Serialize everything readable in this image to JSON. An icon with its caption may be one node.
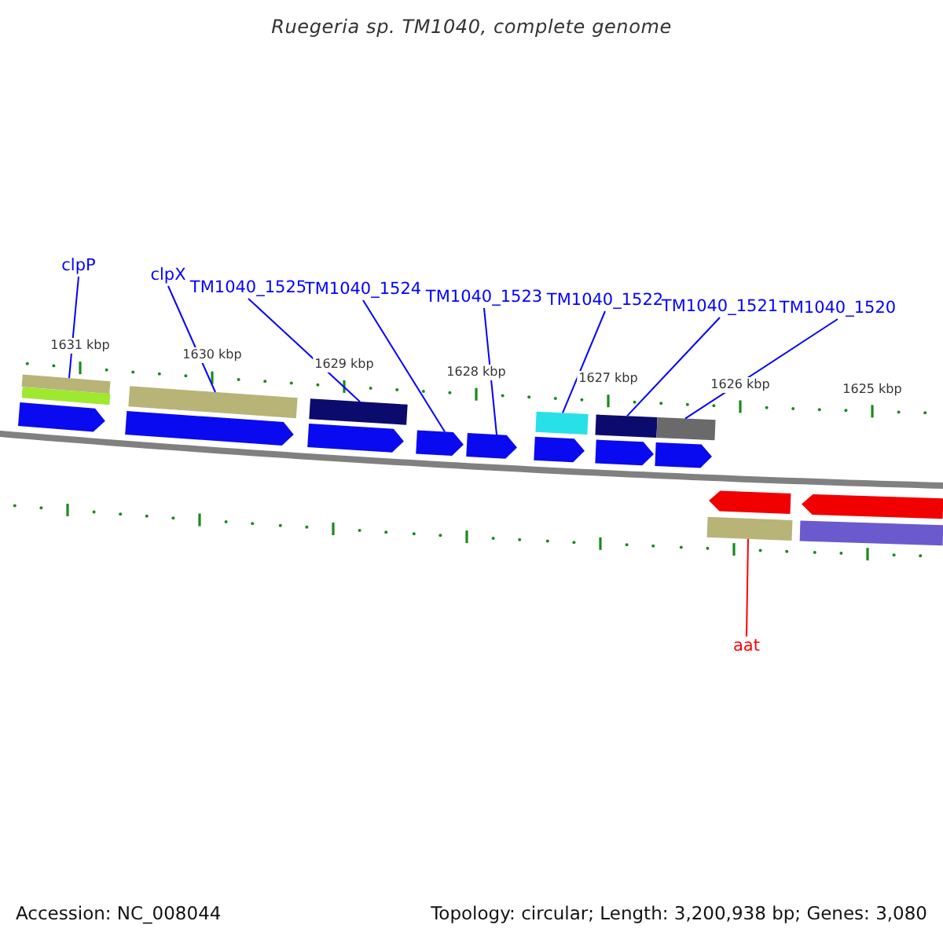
{
  "diagram": {
    "title": "Ruegeria sp. TM1040, complete genome",
    "nodes": [
      {
        "text": [
          "clpP"
        ]
      },
      {
        "text": [
          "clpX"
        ]
      },
      {
        "text": [
          "TM1040_1525"
        ]
      },
      {
        "text": [
          "TM1040_1524"
        ]
      },
      {
        "text": [
          "TM1040_1523"
        ]
      },
      {
        "text": [
          "TM1040_1522"
        ]
      },
      {
        "text": [
          "TM1040_1521"
        ]
      },
      {
        "text": [
          "TM1040_1520"
        ]
      },
      {
        "text": [
          "aat"
        ]
      },
      {
        "text": [],
        "shape": "bar"
      },
      {
        "text": [],
        "shape": "bar"
      },
      {
        "text": [],
        "shape": "bar"
      },
      {
        "text": [],
        "shape": "bar"
      },
      {
        "text": [],
        "shape": "bar"
      },
      {
        "text": [],
        "shape": "bar"
      },
      {
        "text": [],
        "shape": "bar"
      },
      {
        "text": [],
        "shape": "pentagon"
      },
      {
        "text": [],
        "shape": "pentagon"
      },
      {
        "text": [],
        "shape": "pentagon"
      },
      {
        "text": [],
        "shape": "pentagon"
      },
      {
        "text": [],
        "shape": "pentagon"
      },
      {
        "text": [],
        "shape": "pentagon"
      },
      {
        "text": [],
        "shape": "pentagon"
      },
      {
        "text": [],
        "shape": "pentagon"
      },
      {
        "text": [],
        "shape": "pentagon"
      },
      {
        "text": [],
        "shape": "pentagon"
      },
      {
        "text": [],
        "shape": "bar"
      },
      {
        "text": [],
        "shape": "bar"
      }
    ],
    "edges": [
      {
        "from": 0,
        "to": 9,
        "arrow": "none"
      },
      {
        "from": 1,
        "to": 11,
        "arrow": "none"
      },
      {
        "from": 2,
        "to": 12,
        "arrow": "none"
      },
      {
        "from": 3,
        "to": 19,
        "arrow": "none"
      },
      {
        "from": 4,
        "to": 20,
        "arrow": "none"
      },
      {
        "from": 5,
        "to": 13,
        "arrow": "none"
      },
      {
        "from": 6,
        "to": 14,
        "arrow": "none"
      },
      {
        "from": 7,
        "to": 15,
        "arrow": "none"
      },
      {
        "from": 8,
        "to": 26,
        "arrow": "none",
        "color": "#ff0000"
      }
    ],
    "labels": [
      "1631 kbp",
      "1630 kbp",
      "1629 kbp",
      "1628 kbp",
      "1627 kbp",
      "1626 kbp",
      "1625 kbp",
      "Accession: NC_008044",
      "Topology: circular; Length: 3,200,938 bp; Genes: 3,080"
    ]
  }
}
